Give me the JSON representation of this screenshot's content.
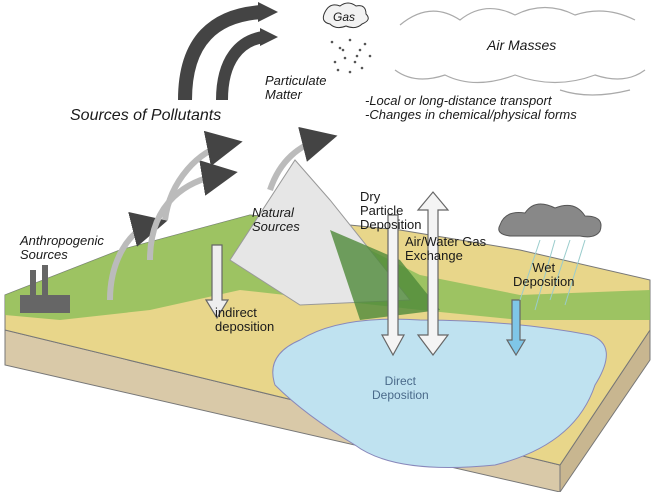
{
  "labels": {
    "gas": "Gas",
    "air_masses": "Air Masses",
    "particulate": [
      "Particulate",
      "Matter"
    ],
    "sources_title": "Sources of Pollutants",
    "transport": [
      "-Local or long-distance transport",
      "-Changes in chemical/physical forms"
    ],
    "anthropogenic": [
      "Anthropogenic",
      "Sources"
    ],
    "natural": [
      "Natural",
      "Sources"
    ],
    "dry": [
      "Dry",
      "Particle",
      "Deposition"
    ],
    "gas_exchange": [
      "Air/Water Gas",
      "Exchange"
    ],
    "wet": [
      "Wet",
      "Deposition"
    ],
    "indirect": [
      "indirect",
      "deposition"
    ],
    "direct": [
      "Direct",
      "Deposition"
    ]
  },
  "colors": {
    "water": "#bfe2f0",
    "land": "#e8d68a",
    "grass": "#8fbf5a",
    "arrow": "#555555"
  }
}
